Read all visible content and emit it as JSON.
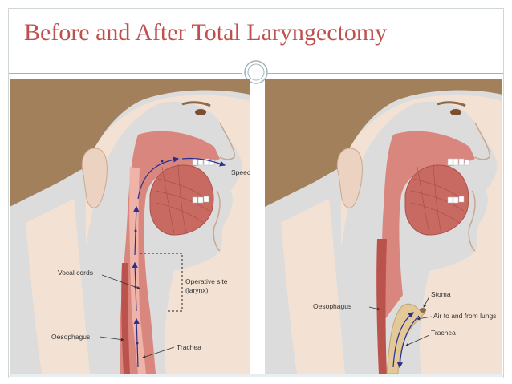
{
  "slide": {
    "title": "Before and After Total Laryngectomy"
  },
  "before_panel": {
    "labels": {
      "speech": "Speech",
      "vocal_cords": "Vocal cords",
      "operative_site_line1": "Operative site",
      "operative_site_line2": "(larynx)",
      "oesophagus": "Oesophagus",
      "trachea": "Trachea"
    }
  },
  "after_panel": {
    "labels": {
      "stoma": "Stoma",
      "oesophagus": "Oesophagus",
      "air": "Air to and from lungs",
      "trachea": "Trachea"
    }
  },
  "colors": {
    "title": "#c0504d",
    "hair": "#a2805c",
    "skin": "#f3e2d4",
    "tissue": "#d9867e",
    "tissue_dark": "#b9534c",
    "background": "#dcdcdc",
    "trachea_tan": "#e3c99a",
    "arrow": "#2b2f8c"
  }
}
